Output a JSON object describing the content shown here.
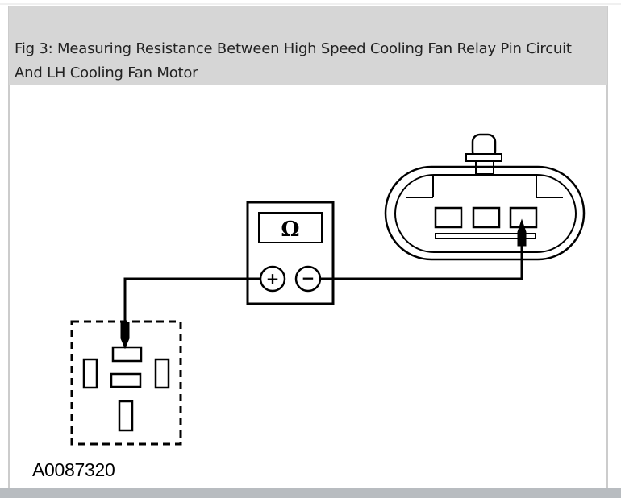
{
  "figure": {
    "caption": "Fig 3: Measuring Resistance Between High Speed Cooling Fan Relay Pin Circuit And LH Cooling Fan Motor",
    "figure_id": "A0087320"
  },
  "meter": {
    "display_symbol": "Ω",
    "positive_terminal": "+",
    "negative_terminal": "−"
  }
}
